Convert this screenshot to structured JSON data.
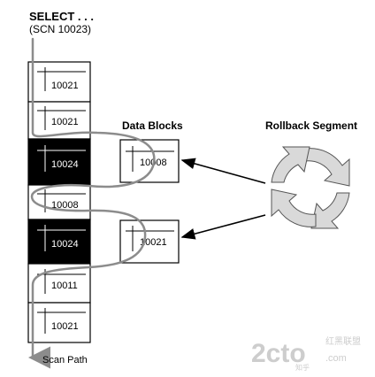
{
  "query": {
    "line1": "SELECT . . .",
    "line2": "(SCN 10023)"
  },
  "labels": {
    "data_blocks": "Data Blocks",
    "rollback_segment": "Rollback Segment",
    "scan_path": "Scan Path"
  },
  "column_blocks": [
    {
      "scn": "10021",
      "highlighted": false
    },
    {
      "scn": "10021",
      "highlighted": false
    },
    {
      "scn": "10024",
      "highlighted": true
    },
    {
      "scn": "10008",
      "highlighted": false
    },
    {
      "scn": "10024",
      "highlighted": true
    },
    {
      "scn": "10011",
      "highlighted": false
    },
    {
      "scn": "10021",
      "highlighted": false
    }
  ],
  "data_blocks": [
    {
      "scn": "10008"
    },
    {
      "scn": "10021"
    }
  ],
  "watermark": {
    "logo": "2cto",
    "suffix": ".com",
    "cjk": "红黑联盟",
    "sub": "知乎"
  },
  "colors": {
    "highlight_fill": "#000000",
    "highlight_text": "#ffffff",
    "scan_path": "#8c8c8c",
    "cycle_arrows": "#d9d9d9",
    "watermark": "#c8c8c8"
  }
}
